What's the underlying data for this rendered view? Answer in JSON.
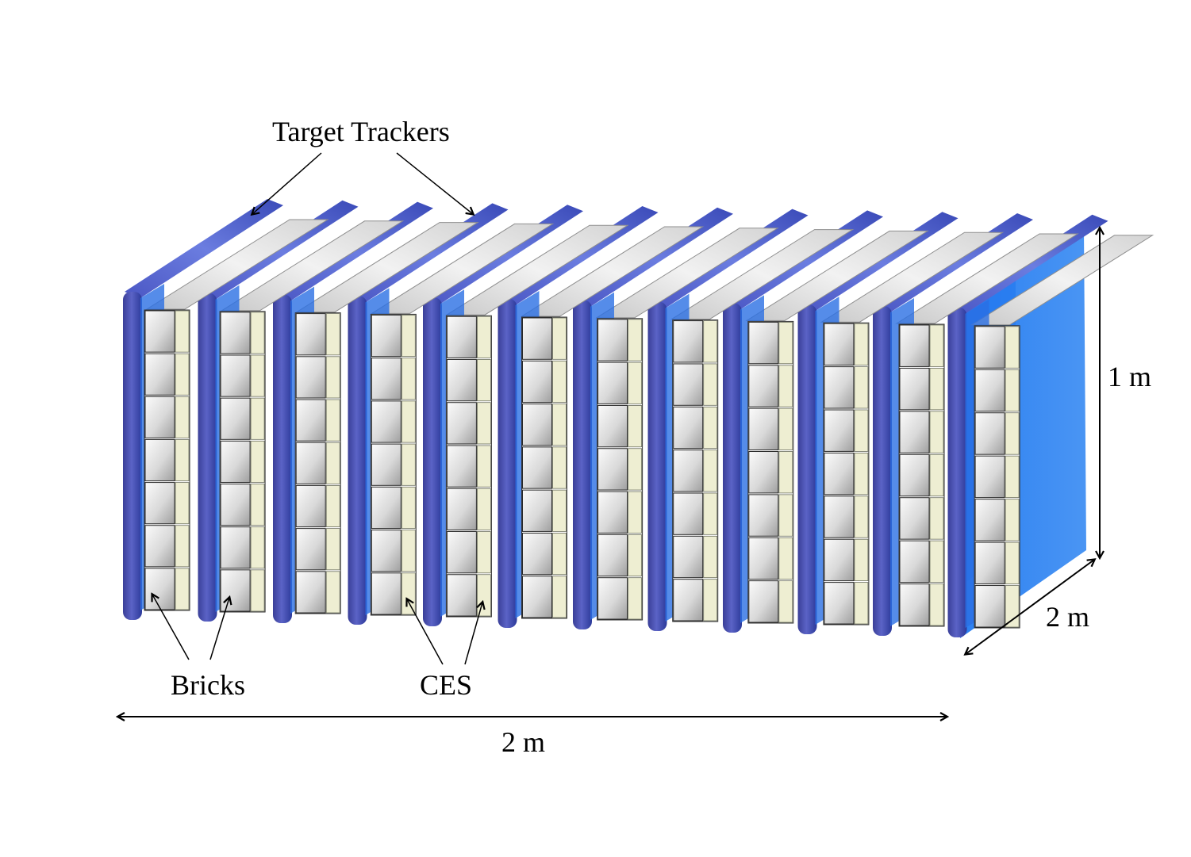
{
  "labels": {
    "target_trackers": "Target Trackers",
    "bricks": "Bricks",
    "ces": "CES",
    "height": "1 m",
    "depth": "2 m",
    "length": "2 m"
  },
  "structure": {
    "wall_count": 12,
    "brick_rows_per_wall": 7
  },
  "colors": {
    "tracker_blue": "#2f63d8",
    "tracker_dark": "#3c3f9c",
    "end_face": "#3f8ef0",
    "brick_light": "#f4f4f4",
    "brick_dark": "#9b9b9b",
    "ces_fill": "#eeeed0",
    "arrow": "#000000"
  }
}
